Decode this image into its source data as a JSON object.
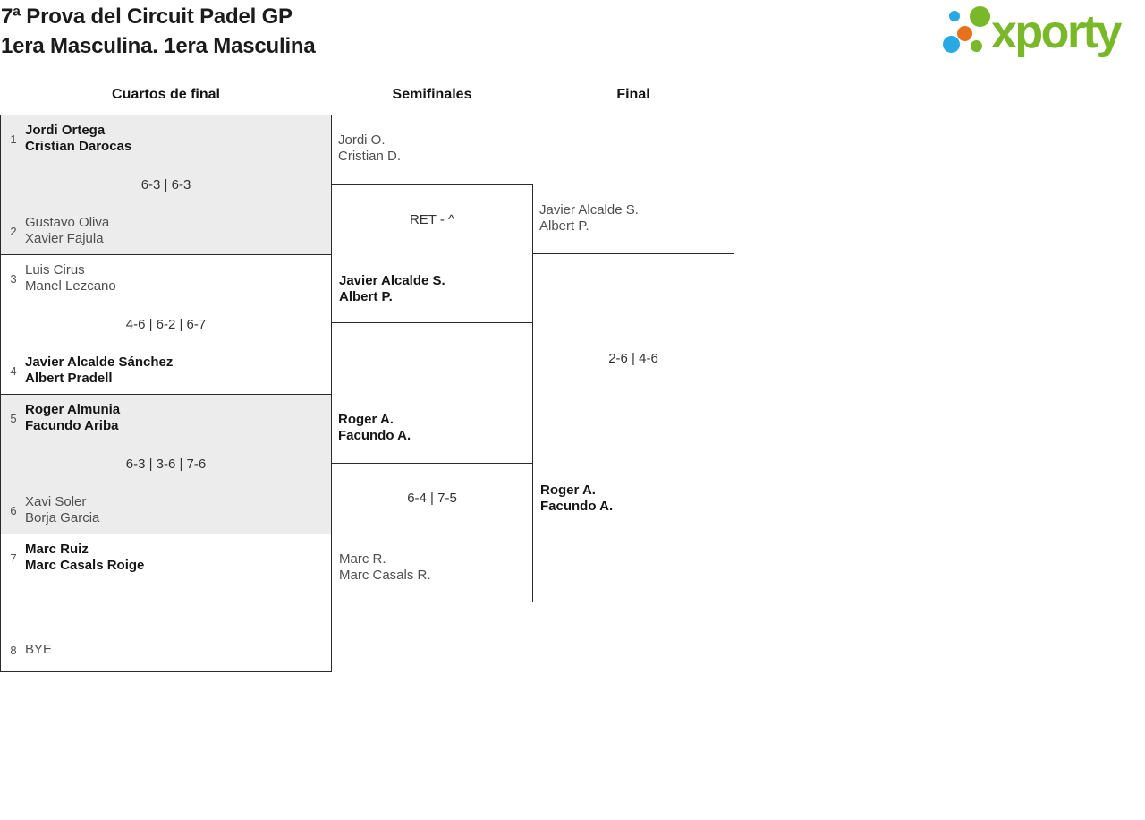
{
  "header": {
    "title_line1": "7ª Prova del Circuit Padel GP",
    "title_line2": "1era Masculina. 1era Masculina"
  },
  "logo": {
    "wordmark": "xporty",
    "brand_colors": {
      "green": "#79b829",
      "blue": "#29a9e1",
      "orange": "#e8721c"
    }
  },
  "rounds": {
    "quarterfinals_label": "Cuartos de final",
    "semifinals_label": "Semifinales",
    "final_label": "Final"
  },
  "quarterfinals": [
    {
      "seed_top": "1",
      "team_top": [
        "Jordi Ortega",
        "Cristian Darocas"
      ],
      "score": "6-3 | 6-3",
      "seed_bottom": "2",
      "team_bottom": [
        "Gustavo Oliva",
        "Xavier Fajula"
      ]
    },
    {
      "seed_top": "3",
      "team_top": [
        "Luis Cirus",
        "Manel Lezcano"
      ],
      "score": "4-6 | 6-2 | 6-7",
      "seed_bottom": "4",
      "team_bottom": [
        "Javier Alcalde Sánchez",
        "Albert Pradell"
      ]
    },
    {
      "seed_top": "5",
      "team_top": [
        "Roger Almunia",
        "Facundo Ariba"
      ],
      "score": "6-3 | 3-6 | 7-6",
      "seed_bottom": "6",
      "team_bottom": [
        "Xavi Soler",
        "Borja Garcia"
      ]
    },
    {
      "seed_top": "7",
      "team_top": [
        "Marc Ruiz",
        "Marc Casals Roige"
      ],
      "score": "",
      "seed_bottom": "8",
      "team_bottom": [
        "BYE"
      ]
    }
  ],
  "semifinals": [
    {
      "team_top": [
        "Jordi O.",
        "Cristian D."
      ],
      "score": "RET - ^",
      "team_bottom": [
        "Javier Alcalde S.",
        "Albert P."
      ]
    },
    {
      "team_top": [
        "Roger A.",
        "Facundo A."
      ],
      "score": "6-4 | 7-5",
      "team_bottom": [
        "Marc R.",
        "Marc Casals R."
      ]
    }
  ],
  "final": {
    "team_top": [
      "Javier Alcalde S.",
      "Albert P."
    ],
    "score": "2-6 | 4-6",
    "team_bottom": [
      "Roger A.",
      "Facundo A."
    ]
  }
}
